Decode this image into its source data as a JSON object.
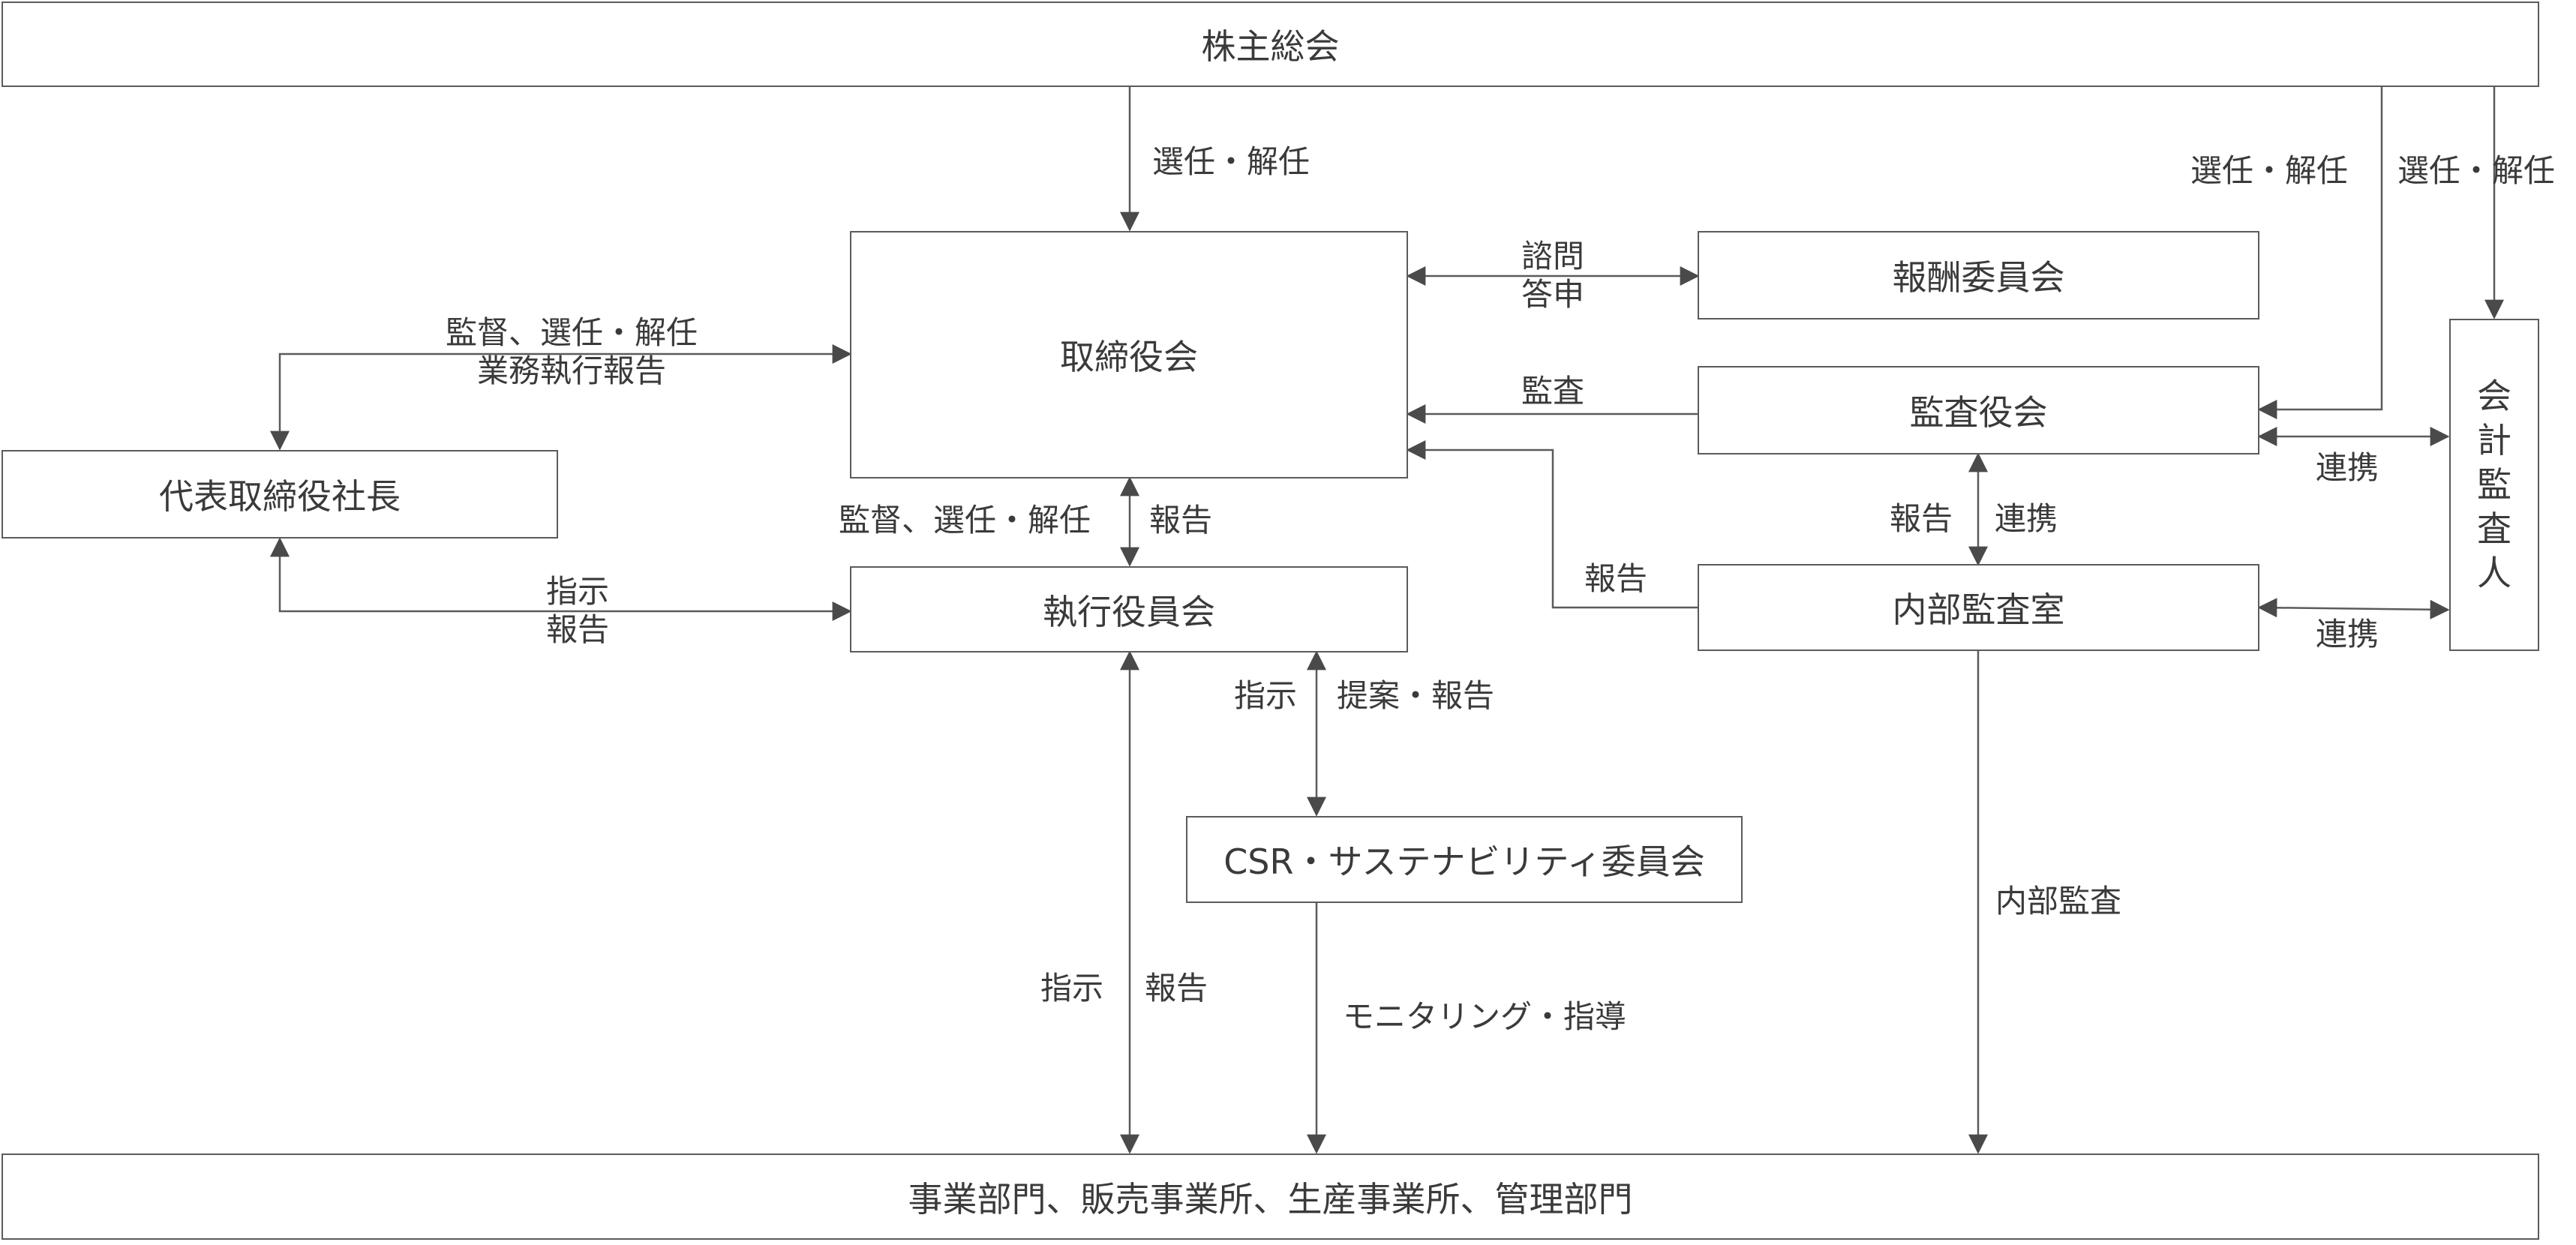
{
  "nodes": {
    "shareholders": "株主総会",
    "board": "取締役会",
    "remuneration": "報酬委員会",
    "audit_board": "監査役会",
    "accounting_auditor": [
      "会",
      "計",
      "監",
      "査",
      "人"
    ],
    "president": "代表取締役社長",
    "exec_committee": "執行役員会",
    "internal_audit": "内部監査室",
    "csr": "CSR・サステナビリティ委員会",
    "departments": "事業部門、販売事業所、生産事業所、管理部門"
  },
  "edges": {
    "sh_board": "選任・解任",
    "sh_audit": "選任・解任",
    "sh_accounting": "選任・解任",
    "board_rem_1": "諮問",
    "board_rem_2": "答申",
    "audit_to_board": "監査",
    "board_president_1": "監督、選任・解任",
    "board_president_2": "業務執行報告",
    "board_exec_left": "監督、選任・解任",
    "board_exec_right": "報告",
    "internal_to_board": "報告",
    "audit_internal_left": "報告",
    "audit_internal_right": "連携",
    "audit_accounting": "連携",
    "internal_accounting": "連携",
    "president_exec_1": "指示",
    "president_exec_2": "報告",
    "exec_csr_left": "指示",
    "exec_csr_right": "提案・報告",
    "exec_dept_left": "指示",
    "exec_dept_right": "報告",
    "csr_dept": "モニタリング・指導",
    "internal_dept": "内部監査"
  }
}
